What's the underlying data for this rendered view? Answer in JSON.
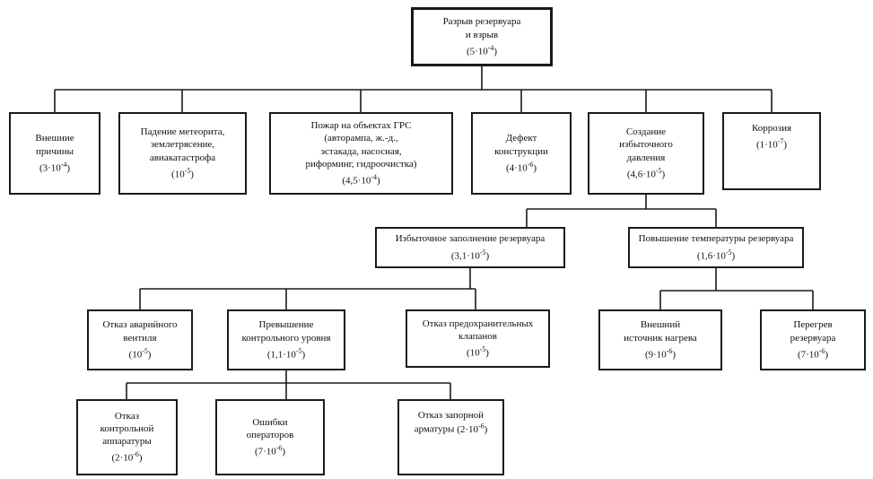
{
  "diagram": {
    "figure_type": "fault-tree",
    "colors": {
      "ink": "#1a1a1a",
      "background": "#ffffff"
    },
    "root_id": "tank-rupture-explosion",
    "nodes": [
      {
        "id": "tank-rupture-explosion",
        "parent": null,
        "label": "Разрыв резервуара\nи взрыв",
        "value": "(5·10⁻⁴)"
      },
      {
        "id": "external-causes",
        "parent": "tank-rupture-explosion",
        "label": "Внешние\nпричины",
        "value": "(3·10⁻⁴)"
      },
      {
        "id": "meteorite-earthquake-aircrash",
        "parent": "tank-rupture-explosion",
        "label": "Падение метеорита,\nземлетрясение,\nавиакатастрофа",
        "value": "(10⁻⁵)"
      },
      {
        "id": "fire-at-grs-facilities",
        "parent": "tank-rupture-explosion",
        "label": "Пожар на объектах ГРС\n(авторампа, ж.-д.,\nэстакада, насосная,\nриформинг, гидроочистка)",
        "value": "(4,5·10⁻⁴)"
      },
      {
        "id": "design-defect",
        "parent": "tank-rupture-explosion",
        "label": "Дефект\nконструкции",
        "value": "(4·10⁻⁶)"
      },
      {
        "id": "overpressure-creation",
        "parent": "tank-rupture-explosion",
        "label": "Создание\nизбыточного\nдавления",
        "value": "(4,6·10⁻⁵)"
      },
      {
        "id": "corrosion",
        "parent": "tank-rupture-explosion",
        "label": "Коррозия",
        "value": "(1·10⁻⁷)"
      },
      {
        "id": "tank-overfilling",
        "parent": "overpressure-creation",
        "label": "Избыточное заполнение резервуара",
        "value": "(3,1·10⁻⁵)"
      },
      {
        "id": "tank-temperature-rise",
        "parent": "overpressure-creation",
        "label": "Повышение температуры резервуара",
        "value": "(1,6·10⁻⁵)"
      },
      {
        "id": "emergency-valve-failure",
        "parent": "tank-overfilling",
        "label": "Отказ аварийного\nвентиля",
        "value": "(10⁻⁵)"
      },
      {
        "id": "control-level-exceedance",
        "parent": "tank-overfilling",
        "label": "Превышение\nконтрольного уровня",
        "value": "(1,1·10⁻⁵)"
      },
      {
        "id": "safety-valves-failure",
        "parent": "tank-overfilling",
        "label": "Отказ предохранительных\nклапанов",
        "value": "(10⁻⁵)"
      },
      {
        "id": "external-heat-source",
        "parent": "tank-temperature-rise",
        "label": "Внешний\nисточник нагрева",
        "value": "(9·10⁻⁶)"
      },
      {
        "id": "tank-overheating",
        "parent": "tank-temperature-rise",
        "label": "Перегрев\nрезервуара",
        "value": "(7·10⁻⁶)"
      },
      {
        "id": "control-equipment-failure",
        "parent": "control-level-exceedance",
        "label": "Отказ\nконтрольной\nаппаратуры",
        "value": "(2·10⁻⁶)"
      },
      {
        "id": "operator-errors",
        "parent": "control-level-exceedance",
        "label": "Ошибки\nоператоров",
        "value": "(7·10⁻⁶)"
      },
      {
        "id": "shutoff-valve-failure",
        "parent": "control-level-exceedance",
        "label": "Отказ запорной\nарматуры",
        "value": "(2·10⁻⁶)"
      }
    ]
  }
}
